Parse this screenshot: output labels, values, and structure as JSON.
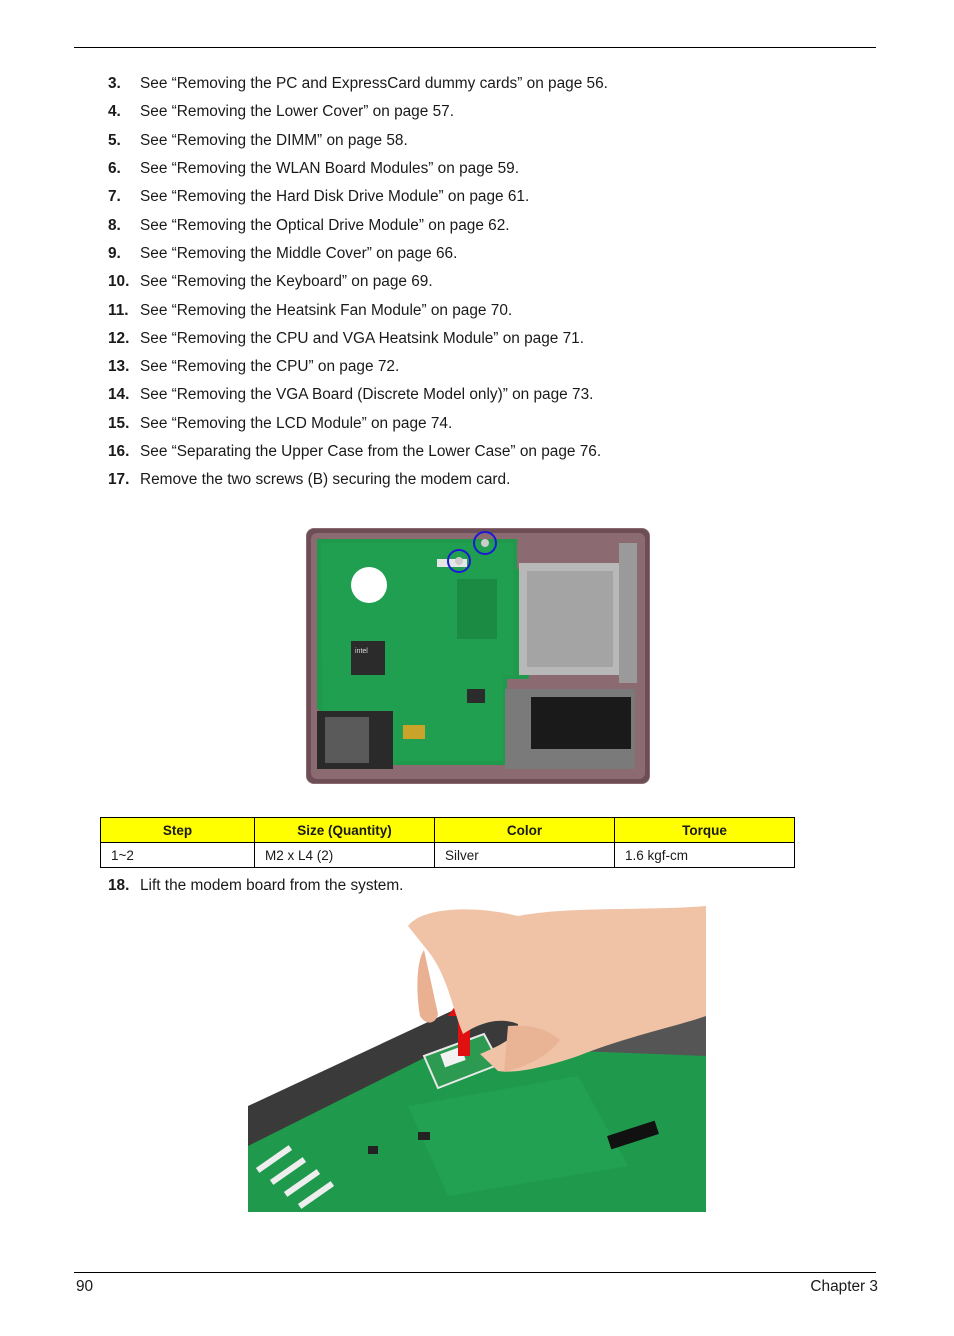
{
  "steps": [
    {
      "num": "3.",
      "text": "See “Removing the PC and ExpressCard dummy cards” on page 56."
    },
    {
      "num": "4.",
      "text": "See “Removing the Lower Cover” on page 57."
    },
    {
      "num": "5.",
      "text": "See “Removing the DIMM” on page 58."
    },
    {
      "num": "6.",
      "text": "See “Removing the WLAN Board Modules” on page 59."
    },
    {
      "num": "7.",
      "text": "See “Removing the Hard Disk Drive Module” on page 61."
    },
    {
      "num": "8.",
      "text": "See “Removing the Optical Drive Module” on page 62."
    },
    {
      "num": "9.",
      "text": "See “Removing the Middle Cover” on page 66."
    },
    {
      "num": "10.",
      "text": "See “Removing the Keyboard” on page 69."
    },
    {
      "num": "11.",
      "text": "See “Removing the Heatsink Fan Module” on page 70."
    },
    {
      "num": "12.",
      "text": "See “Removing the CPU and VGA Heatsink Module” on page 71."
    },
    {
      "num": "13.",
      "text": "See “Removing the CPU” on page 72."
    },
    {
      "num": "14.",
      "text": "See “Removing the VGA Board (Discrete Model only)” on page 73."
    },
    {
      "num": "15.",
      "text": "See “Removing the LCD Module” on page 74."
    },
    {
      "num": "16.",
      "text": "See “Separating the Upper Case from the Lower Case” on page 76."
    }
  ],
  "step17": {
    "num": "17.",
    "text": "Remove the two screws (B) securing the modem card."
  },
  "step18": {
    "num": "18.",
    "text": "Lift the modem board from the system."
  },
  "photo1_chip_label": "intel",
  "table": {
    "headers": [
      "Step",
      "Size (Quantity)",
      "Color",
      "Torque"
    ],
    "row": [
      "1~2",
      "M2 x L4 (2)",
      "Silver",
      "1.6 kgf-cm"
    ]
  },
  "footer": {
    "page": "90",
    "chapter": "Chapter 3"
  },
  "colors": {
    "header_fill": "#ffff00",
    "pcb_green": "#1f9a4d",
    "screw_marker": "#1a1ad6",
    "arrow_red": "#e01010"
  }
}
